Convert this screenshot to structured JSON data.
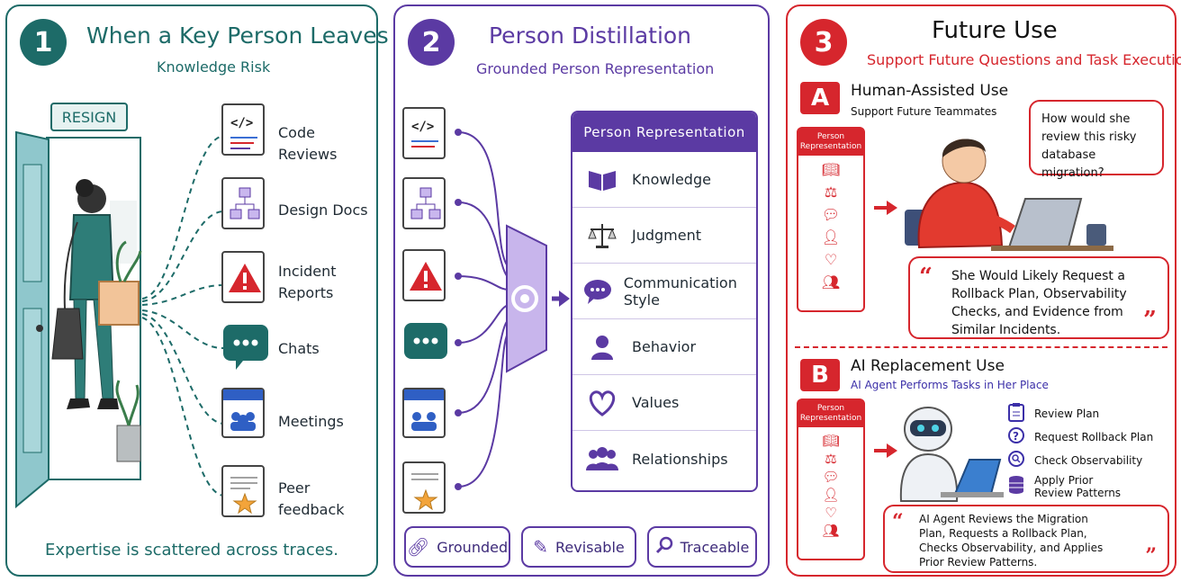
{
  "panel1": {
    "number": "1",
    "title": "When a Key Person Leaves",
    "subtitle": "Knowledge Risk",
    "resign_label": "RESIGN",
    "sources": [
      {
        "label": "Code Reviews",
        "icon": "code-icon"
      },
      {
        "label": "Design Docs",
        "icon": "diagram-icon"
      },
      {
        "label": "Incident Reports",
        "icon": "warning-icon"
      },
      {
        "label": "Chats",
        "icon": "chat-icon"
      },
      {
        "label": "Meetings",
        "icon": "calendar-icon"
      },
      {
        "label": "Peer feedback",
        "icon": "star-doc-icon"
      }
    ],
    "footer": "Expertise is scattered across traces.",
    "color": "#1d6b68"
  },
  "panel2": {
    "number": "2",
    "title": "Person Distillation",
    "subtitle": "Grounded Person Representation",
    "card_title": "Person Representation",
    "rows": [
      {
        "label": "Knowledge",
        "icon": "book-icon"
      },
      {
        "label": "Judgment",
        "icon": "scales-icon"
      },
      {
        "label": "Communication Style",
        "icon": "chat-icon"
      },
      {
        "label": "Behavior",
        "icon": "person-icon"
      },
      {
        "label": "Values",
        "icon": "heart-icon"
      },
      {
        "label": "Relationships",
        "icon": "group-icon"
      }
    ],
    "pills": [
      {
        "label": "Grounded",
        "icon": "link-icon"
      },
      {
        "label": "Revisable",
        "icon": "pencil-icon"
      },
      {
        "label": "Traceable",
        "icon": "magnifier-icon"
      }
    ],
    "color": "#5b3aa3"
  },
  "panel3": {
    "number": "3",
    "title": "Future Use",
    "subtitle": "Support Future Questions and Task Execution",
    "card_title": "Person Representation",
    "sectionA": {
      "letter": "A",
      "title": "Human-Assisted Use",
      "subtitle": "Support Future Teammates",
      "question": "How would she review this risky database migration?",
      "answer": "She Would Likely Request a Rollback Plan, Observability Checks, and Evidence from Similar Incidents."
    },
    "sectionB": {
      "letter": "B",
      "title": "AI Replacement Use",
      "subtitle": "AI Agent Performs Tasks in Her Place",
      "tasks": [
        {
          "label": "Review Plan",
          "icon": "clipboard-icon"
        },
        {
          "label": "Request Rollback Plan",
          "icon": "question-icon"
        },
        {
          "label": "Check Observability",
          "icon": "search-icon"
        },
        {
          "label": "Apply Prior Review Patterns",
          "icon": "database-icon"
        }
      ],
      "answer": "AI Agent Reviews the Migration Plan, Requests a Rollback Plan, Checks Observability, and Applies Prior Review Patterns."
    },
    "color": "#d6262d"
  }
}
